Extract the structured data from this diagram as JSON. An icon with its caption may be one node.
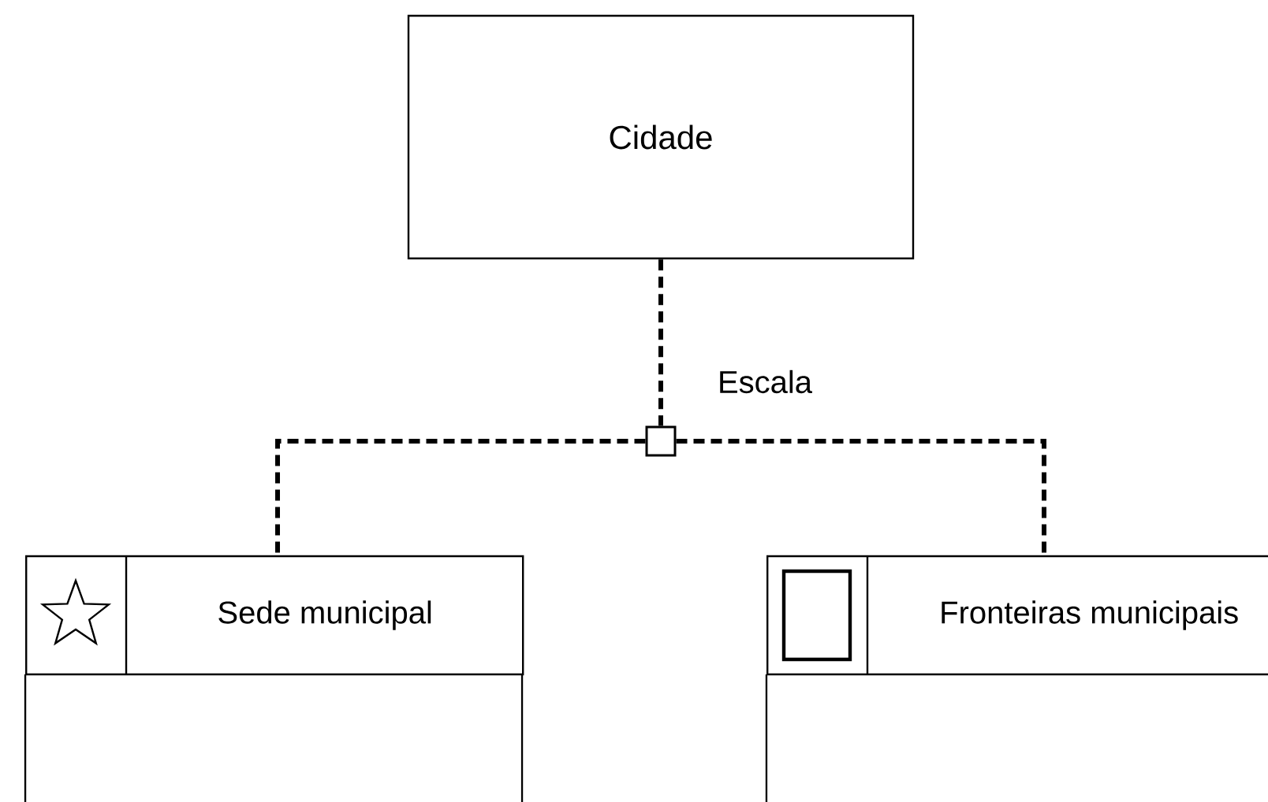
{
  "diagram": {
    "nodes": [
      {
        "text": [
          "Cidade"
        ]
      },
      {
        "text": [],
        "shape": "box"
      },
      {
        "text": [
          "Sede municipal"
        ]
      },
      {
        "text": [
          "Fronteiras municipais"
        ]
      }
    ],
    "edges": [
      {
        "from": 0,
        "to": 1,
        "arrow": "none",
        "style": "dashed",
        "label": "Escala"
      },
      {
        "from": 1,
        "to": 2,
        "arrow": "none",
        "style": "dashed"
      },
      {
        "from": 1,
        "to": 3,
        "arrow": "none",
        "style": "dashed"
      }
    ]
  }
}
